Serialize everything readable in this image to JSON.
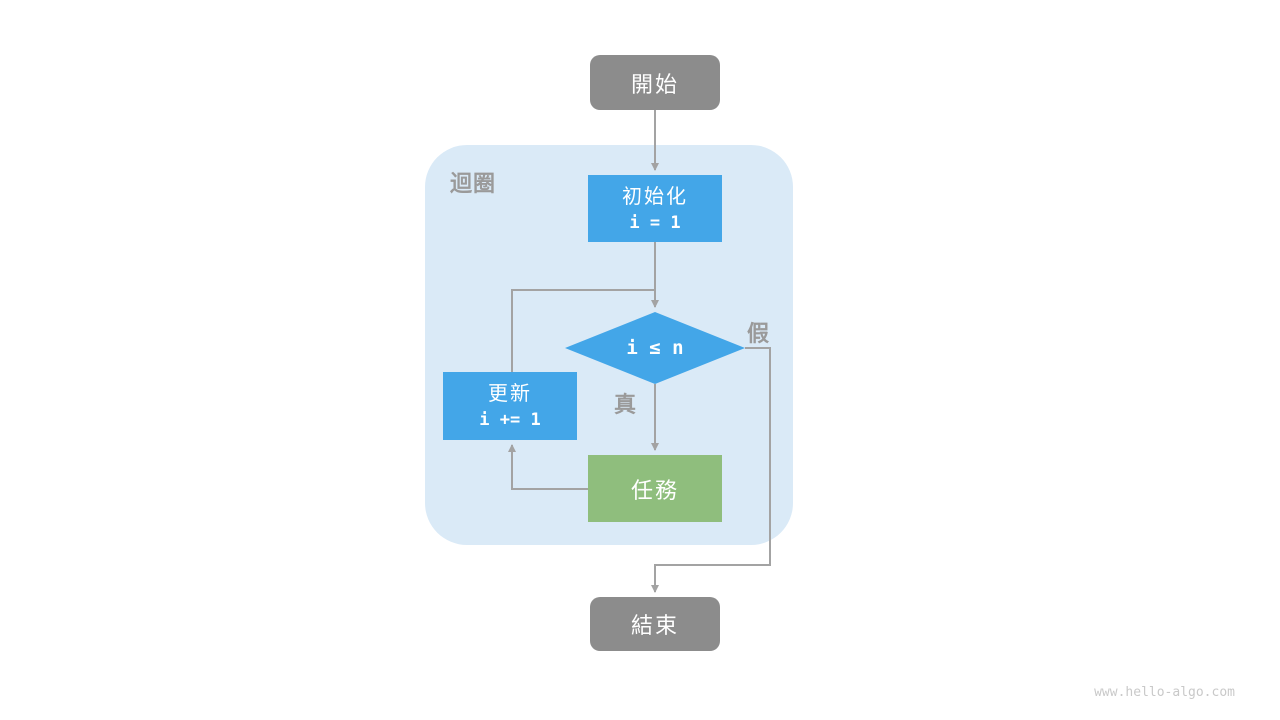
{
  "page": {
    "watermark": "www.hello-algo.com"
  },
  "colors": {
    "node_gray": "#8c8c8c",
    "node_blue": "#43a6e8",
    "node_green": "#8fbe7d",
    "loop_bg": "#daeaf7",
    "label_gray": "#9a9a9a",
    "line_gray": "#a3a3a3"
  },
  "diagram": {
    "start": {
      "label": "開始"
    },
    "loop_label": "迴圈",
    "init": {
      "title": "初始化",
      "code": "i = 1"
    },
    "condition": {
      "label": "i ≤ n"
    },
    "branch_false": {
      "label": "假"
    },
    "branch_true": {
      "label": "真"
    },
    "update": {
      "title": "更新",
      "code": "i += 1"
    },
    "task": {
      "label": "任務"
    },
    "end": {
      "label": "結束"
    }
  }
}
